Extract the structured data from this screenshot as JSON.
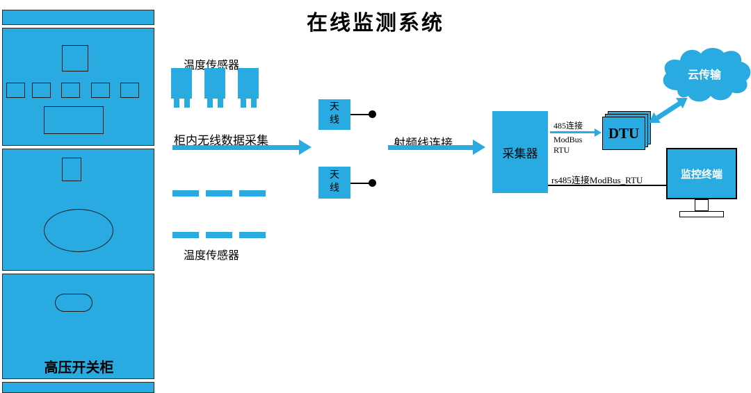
{
  "title": "在线监测系统",
  "colors": {
    "accent": "#29ABE2",
    "ink": "#000000",
    "label_on_accent": "#FFFFFF"
  },
  "cabinet": {
    "label": "高压开关柜"
  },
  "sensors": {
    "top_label": "温度传感器",
    "bottom_label": "温度传感器"
  },
  "antennas": {
    "antenna1": "天线",
    "antenna2": "天线"
  },
  "links": {
    "wireless": "柜内无线数据采集",
    "rf": "射频线连接",
    "dtu_485_lines": [
      "485连接",
      "ModBus",
      "RTU"
    ],
    "rs485": "rs485连接ModBus_RTU"
  },
  "nodes": {
    "collector": "采集器",
    "dtu": "DTU",
    "cloud": "云传输",
    "monitor": "监控终端"
  }
}
